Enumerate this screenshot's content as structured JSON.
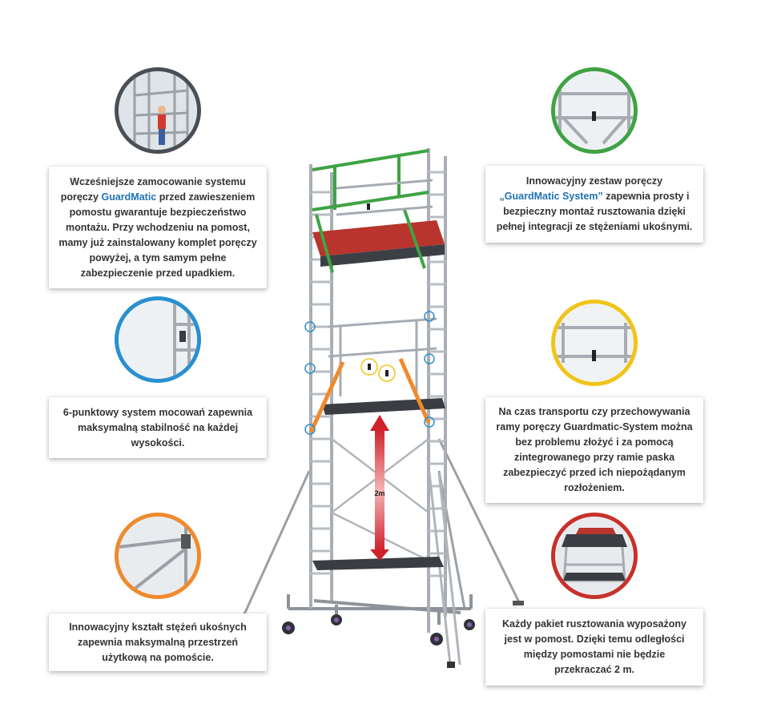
{
  "callouts": {
    "top_left": {
      "before": "Wcześniejsze zamocowanie systemu poręczy ",
      "brand": "GuardMatic",
      "after": " przed zawieszeniem pomostu gwarantuje bezpieczeństwo montażu. Przy wchodzeniu na pomost, mamy już zainstalowany komplet poręczy powyżej, a tym samym pełne zabezpieczenie przed upadkiem."
    },
    "middle_left": {
      "text": "6-punktowy system mocowań zapewnia maksymalną stabilność na każdej wysokości."
    },
    "bottom_left": {
      "text": "Innowacyjny kształt stężeń ukośnych zapewnia maksymalną przestrzeń użytkową na pomoście."
    },
    "top_right": {
      "before": "Innowacyjny zestaw poręczy ",
      "brand": "„GuardMatic System”",
      "after": " zapewnia prosty i bezpieczny montaż rusztowania dzięki pełnej integracji ze stężeniami ukośnymi."
    },
    "middle_right": {
      "text": "Na czas transportu czy przechowywania ramy poręczy Guardmatic-System można bez problemu złożyć i za pomocą zintegrowanego przy ramie paska zabezpieczyć przed ich niepożądanym rozłożeniem."
    },
    "bottom_right": {
      "text": "Każdy pakiet rusztowania wyposażony jest w pomost. Dzięki temu odległości między pomostami nie będzie przekraczać 2 m."
    }
  },
  "diagram": {
    "height_label": "2m"
  },
  "colors": {
    "green": "#3fa344",
    "blue": "#2a8fd0",
    "orange": "#ef8a2d",
    "yellow": "#f0c419",
    "red": "#c8302b",
    "dark": "#4a4f55",
    "brand": "#1f72b5"
  },
  "icons": {
    "top_left": "guardrail-preinstall-photo",
    "middle_left": "anchor-point-photo",
    "bottom_left": "diagonal-brace-photo",
    "top_right": "guardrail-frame-photo",
    "middle_right": "folded-guardrail-photo",
    "bottom_right": "platform-deck-photo"
  }
}
